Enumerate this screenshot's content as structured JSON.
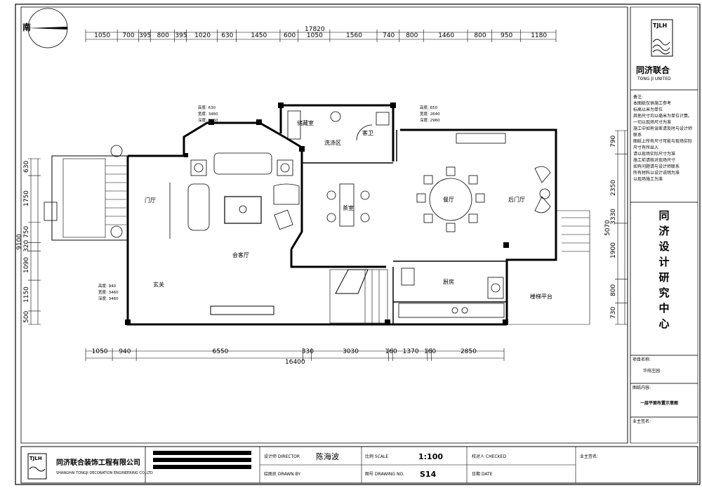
{
  "north": {
    "label": "南"
  },
  "top_dims": {
    "total": "17820",
    "segments": [
      "1050",
      "700",
      "395",
      "800",
      "395",
      "1020",
      "630",
      "1450",
      "600",
      "1050",
      "1560",
      "740",
      "800",
      "1460",
      "800",
      "950",
      "1180"
    ]
  },
  "bottom_dims": {
    "total": "16400",
    "segments": [
      "1050",
      "940",
      "6550",
      "330",
      "3030",
      "160",
      "1370",
      "160",
      "2850"
    ]
  },
  "left_dims": {
    "total": "9100",
    "segments": [
      "630",
      "1750",
      "750",
      "320",
      "1090",
      "1150",
      "500"
    ]
  },
  "right_dims": {
    "total": "5070",
    "segments": [
      "790",
      "2350",
      "1900",
      "800",
      "730"
    ],
    "extra": "3330"
  },
  "rooms": {
    "hall": "门厅",
    "living": "会客厅",
    "foyer": "玄关",
    "laundry": "洗涤区",
    "storage": "储藏室",
    "guest_wc": "客卫",
    "tea": "茶室",
    "dining": "餐厅",
    "back_hall": "后门厅",
    "kitchen": "厨房",
    "stair_platform": "楼梯平台"
  },
  "tags": {
    "a": {
      "h": "高度: 630",
      "w": "宽度: 3460",
      "d": "深度: 2960"
    },
    "b": {
      "h": "高度: 650",
      "w": "宽度: 2640",
      "d": "深度: 2960"
    },
    "c": {
      "h": "高度: 940",
      "w": "宽度: 3460",
      "d": "深度: 3460"
    }
  },
  "side": {
    "notes": "备注:\n本图纸仅供施工参考\n标高以米为单位\n其他尺寸均以毫米为单位计算。一切以现场尺寸为准\n施工中如有误差请及时与设计师联系\n图纸上所有尺寸可能与现场实际尺寸有所出入\n请以现场实际尺寸为准\n施工前请核对现场尺寸\n如有问题请与设计师联系\n所有材料以设计说明为准\n以现场施工为准",
    "title_chars": [
      "同",
      "济",
      "设",
      "计",
      "研",
      "究",
      "中",
      "心"
    ],
    "project_label": "项目名称:",
    "project_value": "华府庄园",
    "content_label": "图纸内容:",
    "content_value": "一层平面布置示意图",
    "remark_label": "业主签名:",
    "logo_text": "TJLH",
    "logo_name": "同济联合",
    "logo_en": "TONG JI UNITED"
  },
  "bottom": {
    "company": "同济联合装饰工程有限公司",
    "company_en": "SHANGHAI TONGJI DECORATION ENGINEERING CO.,LTD",
    "logo_text": "TJLH",
    "director_label": "设计师 DIRECTOR",
    "director_value": "陈海波",
    "drawn_label": "绘图员 DRAWN BY",
    "scale_label": "比例 SCALE",
    "scale_value": "1:100",
    "drawing_label": "图号 DRAWING NO.",
    "drawing_value": "S14",
    "checked_label": "校对人 CHECKED",
    "date_label": "日期 DATE",
    "sign_label": "业主签名:"
  }
}
